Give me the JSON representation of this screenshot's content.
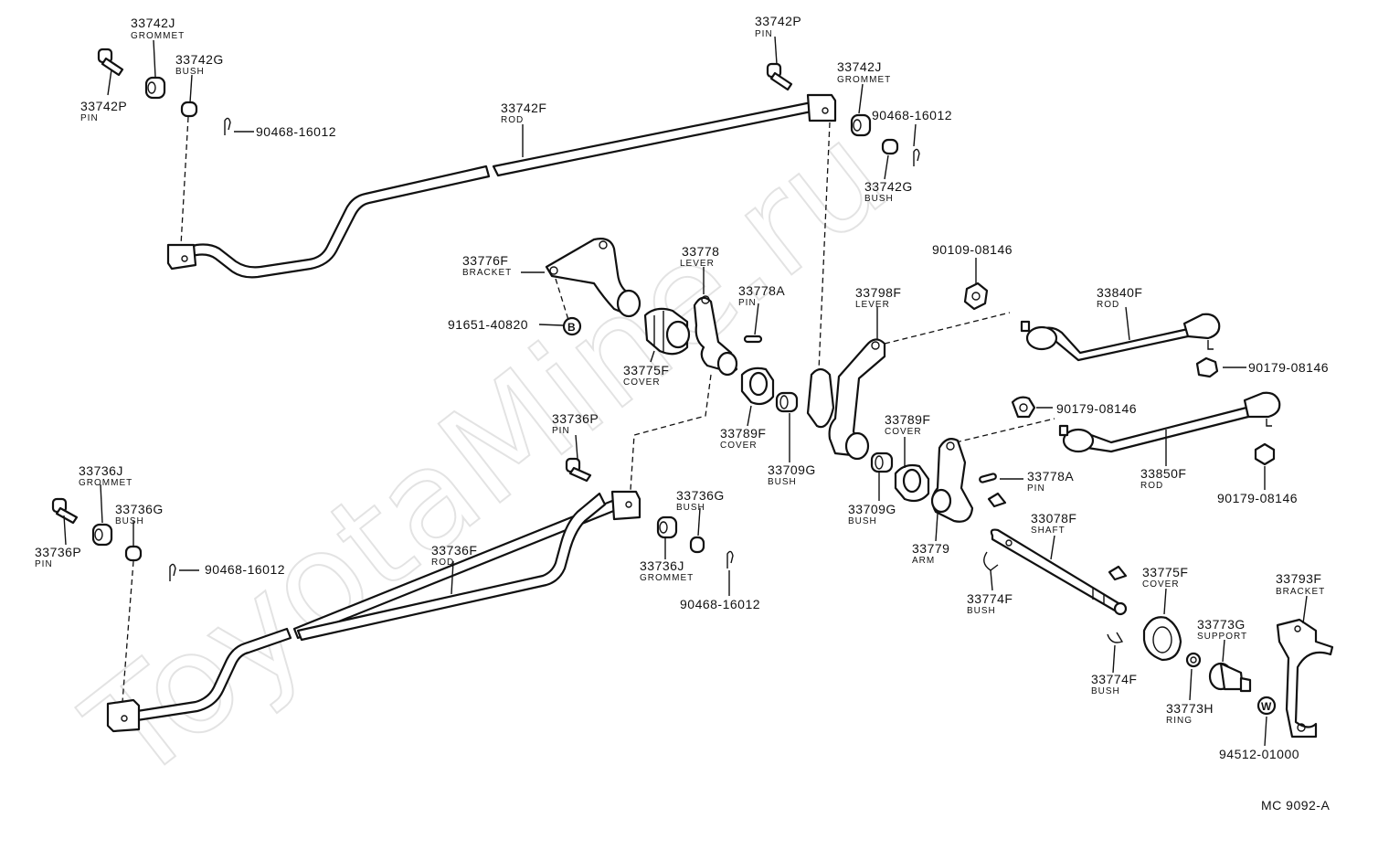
{
  "diagram_code": "MC 9092-A",
  "watermark": "ToyotaMine.ru",
  "circle_marks": {
    "b": "B",
    "w": "W"
  },
  "labels": [
    {
      "id": "l01",
      "num": "33742J",
      "desc": "GROMMET"
    },
    {
      "id": "l02",
      "num": "33742G",
      "desc": "BUSH"
    },
    {
      "id": "l03",
      "num": "33742P",
      "desc": "PIN"
    },
    {
      "id": "l04",
      "num": "90468-16012",
      "desc": ""
    },
    {
      "id": "l05",
      "num": "33742F",
      "desc": "ROD"
    },
    {
      "id": "l06",
      "num": "33742P",
      "desc": "PIN"
    },
    {
      "id": "l07",
      "num": "33742J",
      "desc": "GROMMET"
    },
    {
      "id": "l08",
      "num": "90468-16012",
      "desc": ""
    },
    {
      "id": "l09",
      "num": "33742G",
      "desc": "BUSH"
    },
    {
      "id": "l10",
      "num": "33776F",
      "desc": "BRACKET"
    },
    {
      "id": "l11",
      "num": "91651-40820",
      "desc": ""
    },
    {
      "id": "l12",
      "num": "33778",
      "desc": "LEVER"
    },
    {
      "id": "l13",
      "num": "33778A",
      "desc": "PIN"
    },
    {
      "id": "l14",
      "num": "33775F",
      "desc": "COVER"
    },
    {
      "id": "l15",
      "num": "33789F",
      "desc": "COVER"
    },
    {
      "id": "l16",
      "num": "33709G",
      "desc": "BUSH"
    },
    {
      "id": "l17",
      "num": "33798F",
      "desc": "LEVER"
    },
    {
      "id": "l18",
      "num": "90109-08146",
      "desc": ""
    },
    {
      "id": "l19",
      "num": "33840F",
      "desc": "ROD"
    },
    {
      "id": "l20",
      "num": "90179-08146",
      "desc": ""
    },
    {
      "id": "l21",
      "num": "90179-08146",
      "desc": ""
    },
    {
      "id": "l22",
      "num": "33850F",
      "desc": "ROD"
    },
    {
      "id": "l23",
      "num": "90179-08146",
      "desc": ""
    },
    {
      "id": "l24",
      "num": "33789F",
      "desc": "COVER"
    },
    {
      "id": "l25",
      "num": "33709G",
      "desc": "BUSH"
    },
    {
      "id": "l26",
      "num": "33778A",
      "desc": "PIN"
    },
    {
      "id": "l27",
      "num": "33779",
      "desc": "ARM"
    },
    {
      "id": "l28",
      "num": "33078F",
      "desc": "SHAFT"
    },
    {
      "id": "l29",
      "num": "33774F",
      "desc": "BUSH"
    },
    {
      "id": "l30",
      "num": "33775F",
      "desc": "COVER"
    },
    {
      "id": "l31",
      "num": "33793F",
      "desc": "BRACKET"
    },
    {
      "id": "l32",
      "num": "33773G",
      "desc": "SUPPORT"
    },
    {
      "id": "l33",
      "num": "33774F",
      "desc": "BUSH"
    },
    {
      "id": "l34",
      "num": "33773H",
      "desc": "RING"
    },
    {
      "id": "l35",
      "num": "94512-01000",
      "desc": ""
    },
    {
      "id": "l36",
      "num": "33736P",
      "desc": "PIN"
    },
    {
      "id": "l37",
      "num": "33736J",
      "desc": "GROMMET"
    },
    {
      "id": "l38",
      "num": "33736G",
      "desc": "BUSH"
    },
    {
      "id": "l39",
      "num": "33736P",
      "desc": "PIN"
    },
    {
      "id": "l40",
      "num": "90468-16012",
      "desc": ""
    },
    {
      "id": "l41",
      "num": "33736F",
      "desc": "ROD"
    },
    {
      "id": "l42",
      "num": "33736G",
      "desc": "BUSH"
    },
    {
      "id": "l43",
      "num": "33736J",
      "desc": "GROMMET"
    },
    {
      "id": "l44",
      "num": "90468-16012",
      "desc": ""
    }
  ]
}
